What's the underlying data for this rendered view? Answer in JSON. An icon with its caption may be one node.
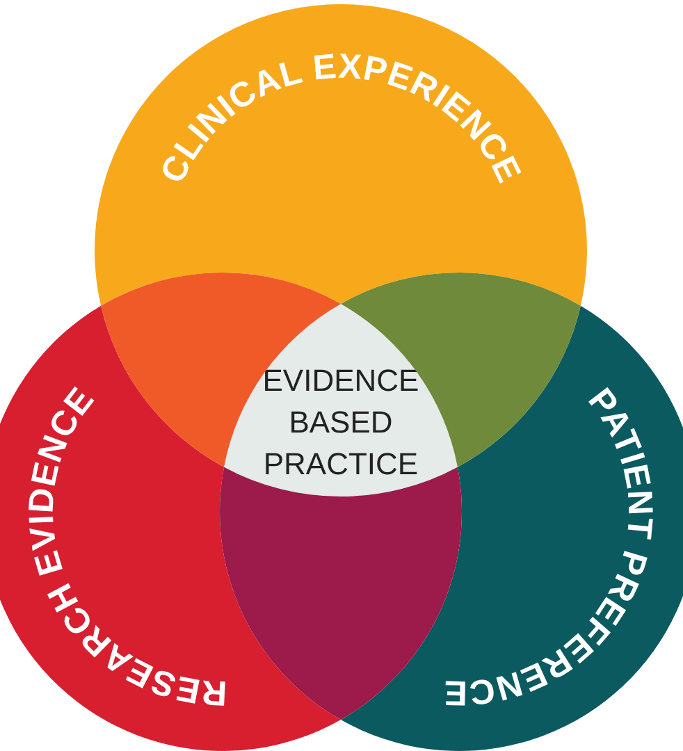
{
  "diagram": {
    "nodes": [
      {
        "text": [
          "CLINICAL EXPERIENCE"
        ]
      },
      {
        "text": [
          "RESEARCH EVIDENCE"
        ]
      },
      {
        "text": [
          "PATIENT PREFERENCE"
        ]
      },
      {
        "text": [
          "EVIDENCE BASED PRACTICE"
        ]
      },
      {
        "text": [],
        "shape": "lens"
      },
      {
        "text": [],
        "shape": "lens"
      },
      {
        "text": [],
        "shape": "lens"
      }
    ]
  }
}
